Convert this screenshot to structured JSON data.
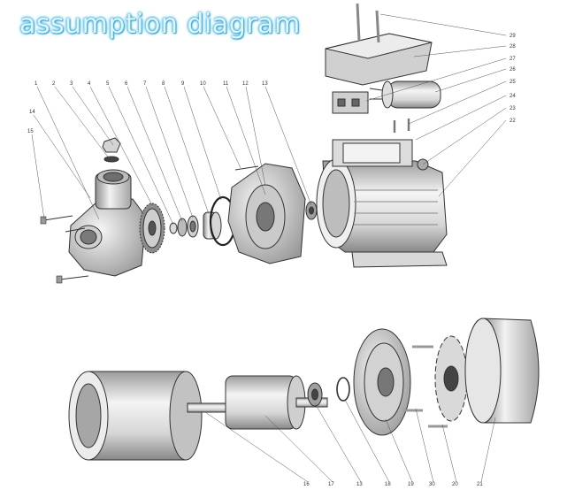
{
  "title": "assumption diagram",
  "labels": [
    {
      "id": "1",
      "text": "1"
    },
    {
      "id": "2",
      "text": "2"
    },
    {
      "id": "3",
      "text": "3"
    },
    {
      "id": "4",
      "text": "4"
    },
    {
      "id": "5",
      "text": "5"
    },
    {
      "id": "6",
      "text": "6"
    },
    {
      "id": "7",
      "text": "7"
    },
    {
      "id": "8",
      "text": "8"
    },
    {
      "id": "9",
      "text": "9"
    },
    {
      "id": "10",
      "text": "10"
    },
    {
      "id": "11",
      "text": "11"
    },
    {
      "id": "12",
      "text": "12"
    },
    {
      "id": "13",
      "text": "13"
    },
    {
      "id": "14",
      "text": "14"
    },
    {
      "id": "15",
      "text": "15"
    },
    {
      "id": "16",
      "text": "16"
    },
    {
      "id": "17",
      "text": "17"
    },
    {
      "id": "18",
      "text": "18"
    },
    {
      "id": "19",
      "text": "19"
    },
    {
      "id": "20",
      "text": "20"
    },
    {
      "id": "21",
      "text": "21"
    },
    {
      "id": "22",
      "text": "22"
    },
    {
      "id": "23",
      "text": "23"
    },
    {
      "id": "24",
      "text": "24"
    },
    {
      "id": "25",
      "text": "25"
    },
    {
      "id": "26",
      "text": "26"
    },
    {
      "id": "27",
      "text": "27"
    },
    {
      "id": "28",
      "text": "28"
    },
    {
      "id": "29",
      "text": "29"
    }
  ],
  "colors": {
    "title_glow": "#2fa9d6",
    "part_fill": "#e4e4e4",
    "part_shadow": "#9a9a9a",
    "line": "#333333"
  }
}
